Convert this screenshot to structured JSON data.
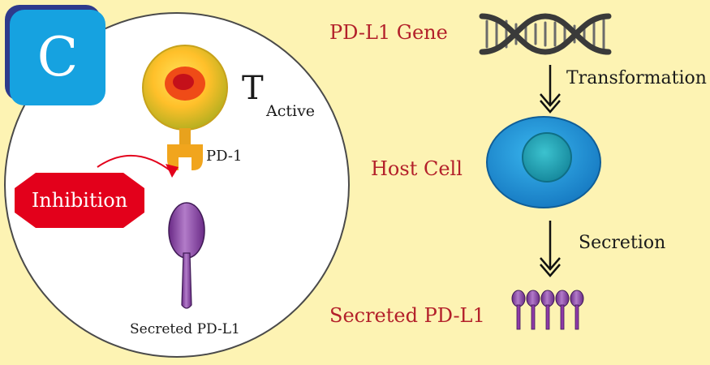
{
  "panel_letter": "C",
  "left_circle": {
    "t_cell_letter": "T",
    "t_cell_subscript": "Active",
    "pd1_label": "PD-1",
    "inhibition_label": "Inhibition",
    "secreted_label": "Secreted PD-L1"
  },
  "pipeline": {
    "gene_label": "PD-L1 Gene",
    "transformation_label": "Transformation",
    "host_cell_label": "Host Cell",
    "secretion_label": "Secretion",
    "secreted_label": "Secreted PD-L1"
  },
  "colors": {
    "background": "#fdf3b3",
    "badge": "#16a2e0",
    "inhibition": "#e3001b",
    "label_red": "#b3202a",
    "host_cell": "#1d8fd1",
    "pdl1": "#8e3aa8"
  },
  "icons": [
    "dna-icon",
    "t-cell-icon",
    "host-cell-icon",
    "pdl1-protein-icon"
  ]
}
